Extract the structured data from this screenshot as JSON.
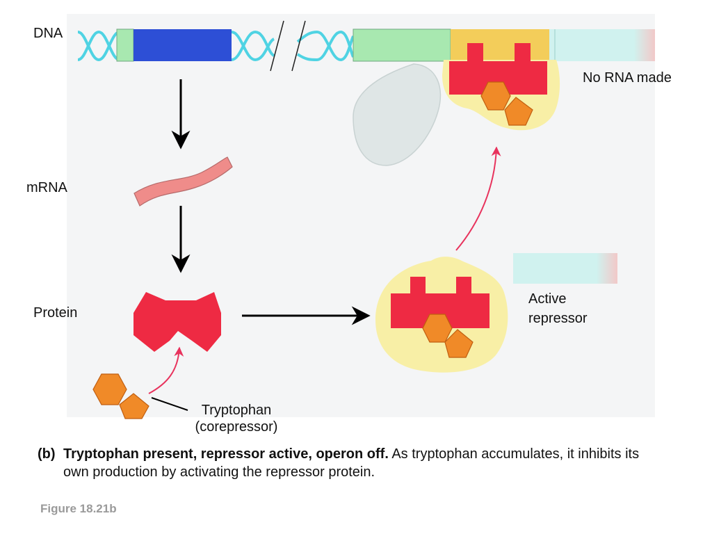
{
  "labels": {
    "dna": "DNA",
    "mrna": "mRNA",
    "protein": "Protein",
    "no_rna": "No RNA made",
    "active_repressor": [
      "Active",
      "repressor"
    ],
    "tryptophan": [
      "Tryptophan",
      "(corepressor)"
    ]
  },
  "caption": {
    "tag": "(b)",
    "bold_text": "Tryptophan present, repressor active, operon off.",
    "text": "As tryptophan accumulates, it inhibits its own production by activating the repressor protein."
  },
  "figure_ref": "Figure 18.21b",
  "colors": {
    "dna_helix": "#4fd3e3",
    "trp_gene_blue": "#2d4fd6",
    "light_green": "#a8e8b0",
    "operator_yellow": "#f3cd5a",
    "light_cyan": "#d0f2ef",
    "mrna_pink": "#ef8c8a",
    "repressor_red": "#ee2a43",
    "tryptophan_orange": "#f08a28",
    "glow": "#f8efa6",
    "polymerase": "#dfe6e6",
    "arrow_pink": "#e8335d"
  }
}
